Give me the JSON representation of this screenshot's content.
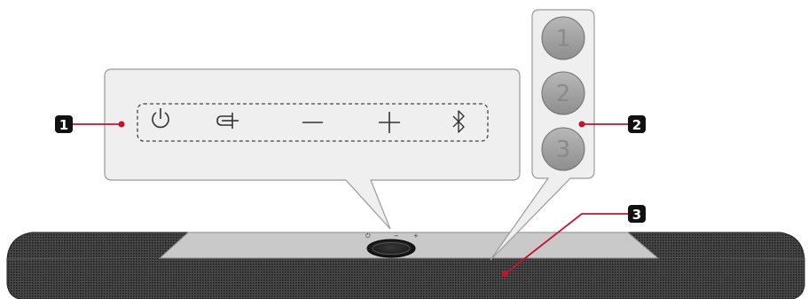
{
  "colors": {
    "accent_red": "#c8102e",
    "panel_fill": "#efefef",
    "panel_stroke": "#9a9a9a",
    "grille": "#2a2a2a",
    "top_plate": "#c9c9c9",
    "circle_fill": "#9e9e9e"
  },
  "panel_icons": [
    {
      "icon": "power-icon"
    },
    {
      "icon": "input-source-icon"
    },
    {
      "icon": "volume-down-icon"
    },
    {
      "icon": "volume-up-icon"
    },
    {
      "icon": "bluetooth-icon"
    }
  ],
  "led_indicators": [
    "1",
    "2",
    "3"
  ],
  "top_symbols": [
    "⏻",
    "−",
    "+"
  ],
  "callouts": {
    "control_buttons": "1",
    "led_indicators": "2",
    "speaker_grille": "3"
  }
}
